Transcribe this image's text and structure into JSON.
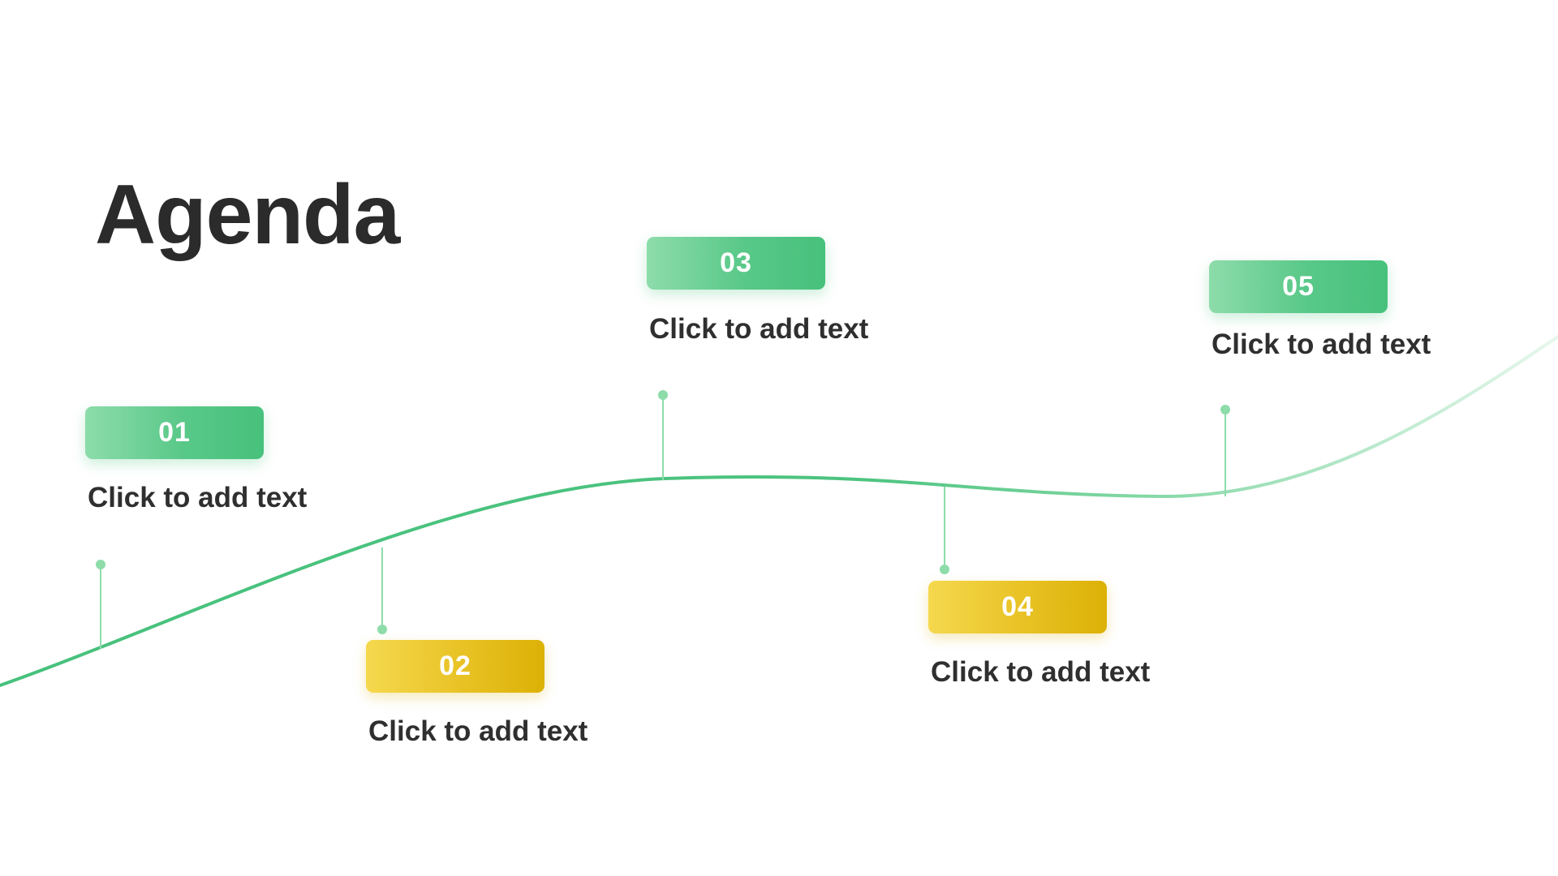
{
  "title": "Agenda",
  "colors": {
    "green": "#47c17c",
    "yellow": "#dcb106",
    "text": "#2b2b2b",
    "connector": "#8ddcaa"
  },
  "items": [
    {
      "number": "01",
      "text": "Click to add text",
      "color": "green"
    },
    {
      "number": "02",
      "text": "Click to add text",
      "color": "yellow"
    },
    {
      "number": "03",
      "text": "Click to add text",
      "color": "green"
    },
    {
      "number": "04",
      "text": "Click to add text",
      "color": "yellow"
    },
    {
      "number": "05",
      "text": "Click to add text",
      "color": "green"
    }
  ]
}
